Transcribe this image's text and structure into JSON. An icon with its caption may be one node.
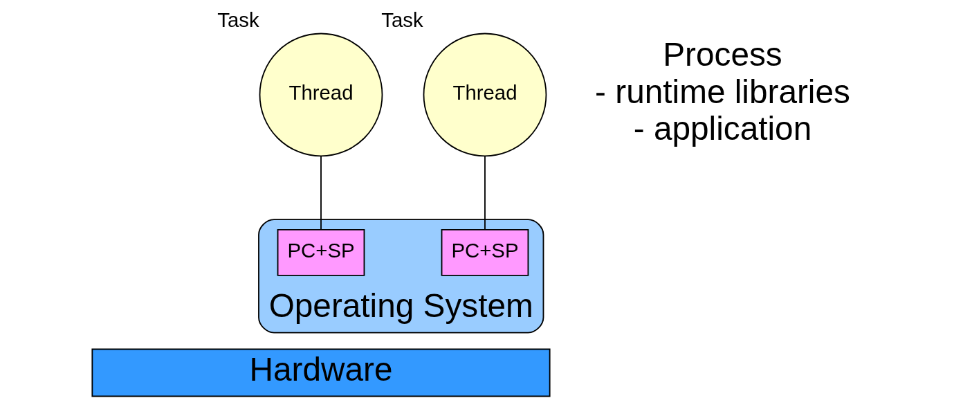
{
  "diagram": {
    "nodes": [
      {
        "text": [
          "Thread"
        ],
        "beside": [
          "Task"
        ]
      },
      {
        "text": [
          "Thread"
        ],
        "beside": [
          "Task"
        ]
      },
      {
        "text": [
          "Operating System"
        ]
      },
      {
        "text": [
          "PC+SP"
        ],
        "in": 2
      },
      {
        "text": [
          "PC+SP"
        ],
        "in": 2
      },
      {
        "text": [
          "Hardware"
        ]
      }
    ],
    "edges": [
      {
        "from": 0,
        "to": 3,
        "arrow": "none"
      },
      {
        "from": 1,
        "to": 4,
        "arrow": "none"
      }
    ],
    "labels": [
      "Process",
      "- runtime libraries",
      "- application"
    ]
  }
}
